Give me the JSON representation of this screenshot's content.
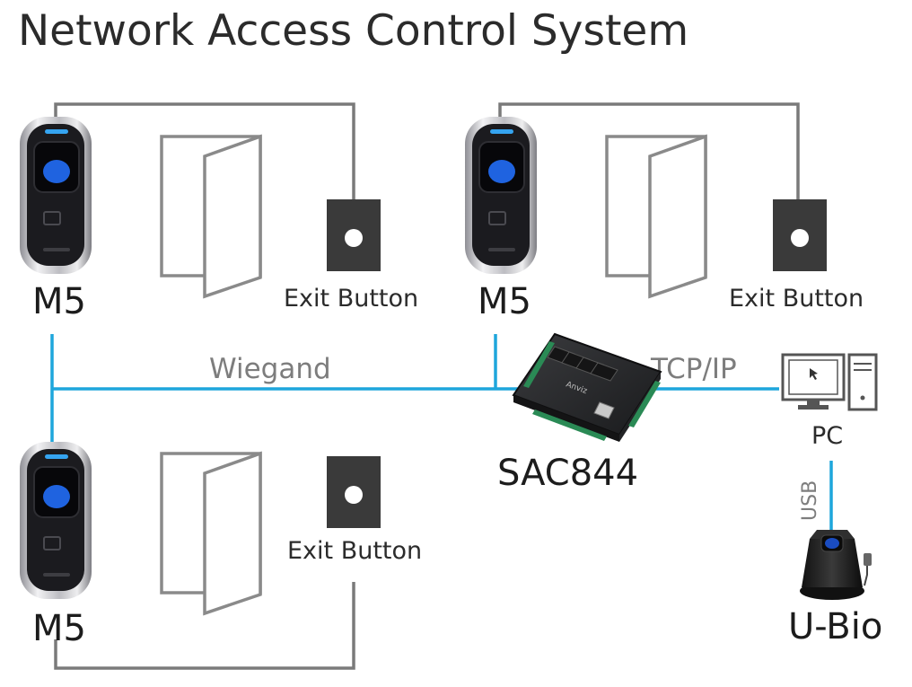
{
  "diagram": {
    "title": "Network Access Control System",
    "readers": [
      {
        "model": "M5",
        "exit_button_label": "Exit Button"
      },
      {
        "model": "M5",
        "exit_button_label": "Exit Button"
      },
      {
        "model": "M5",
        "exit_button_label": "Exit Button"
      }
    ],
    "controller": {
      "model": "SAC844",
      "brand_text": "Anviz"
    },
    "links": {
      "reader_bus": "Wiegand",
      "network": "TCP/IP",
      "usb": "USB"
    },
    "pc": {
      "label": "PC"
    },
    "enroller": {
      "model": "U-Bio"
    },
    "colors": {
      "bus_wire": "#1ea6dc",
      "door_wire": "#7a7a7a",
      "button_plate": "#3a3a3a",
      "device_body": "#1b1b1f"
    }
  }
}
